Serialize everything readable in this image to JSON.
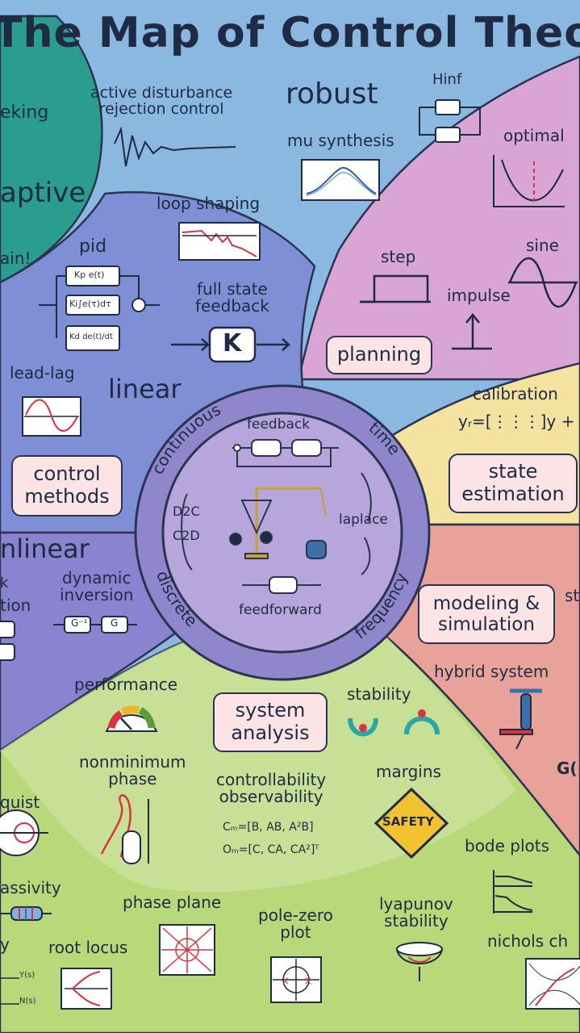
{
  "title": "The Map of Control Theory",
  "colors": {
    "teal": "#2a9d8f",
    "blue": "#8ab8e0",
    "indigo": "#7f8fd6",
    "violet": "#8a84d0",
    "pink": "#d9a5d4",
    "yellow": "#f4e2a0",
    "salmon": "#e8a29a",
    "green": "#b8d87a",
    "hub": "#b7a6dc"
  },
  "regions": {
    "adaptive": {
      "partial_top": "eking",
      "title": "aptive",
      "partial_bottom": "ain!"
    },
    "robust": {
      "title": "robust",
      "adrc": "active disturbance\nrejection control",
      "hinf": "Hinf",
      "mu": "mu synthesis"
    },
    "optimal": {
      "title": "optimal"
    },
    "linear": {
      "title": "linear",
      "loop_shaping": "loop shaping",
      "pid": "pid",
      "pid_terms": [
        "Kp e(t)",
        "Ki∫e(τ)dτ",
        "Kd de(t)/dt"
      ],
      "fsf": "full state\nfeedback",
      "k": "K",
      "leadlag": "lead-lag"
    },
    "planning": {
      "step": "step",
      "impulse": "impulse",
      "sine": "sine",
      "box": "planning"
    },
    "estimation": {
      "calibration": "calibration",
      "equation": "yᵣ=[⋮⋮⋮]y + b",
      "box": "state\nestimation"
    },
    "control_methods": {
      "box": "control\nmethods"
    },
    "nonlinear": {
      "title": "nlinear",
      "partial_k": "k",
      "partial_tion": "tion",
      "dyn": "dynamic\ninversion",
      "ginv": "G⁻¹",
      "g": "G"
    },
    "hub": {
      "ring_continuous": "continuous",
      "ring_time": "time",
      "ring_discrete": "discrete",
      "ring_frequency": "frequency",
      "feedback": "feedback",
      "feedforward": "feedforward",
      "d2c": "D2C",
      "c2d": "C2D",
      "laplace": "laplace"
    },
    "modeling": {
      "box": "modeling &\nsimulation",
      "partial_st": "st",
      "hybrid": "hybrid system",
      "partial_g": "G("
    },
    "analysis": {
      "performance": "performance",
      "box": "system\nanalysis",
      "stability": "stability",
      "nonmin": "nonminimum\nphase",
      "ctrl_obs": "controllability\nobservability",
      "cm": "Cₘ=[B, AB, A²B]",
      "om": "Oₘ=[C, CA, CA²]ᵀ",
      "margins": "margins",
      "safety": "SAFETY",
      "bode": "bode plots",
      "nyquist": "quist",
      "passivity": "assivity",
      "phase_plane": "phase plane",
      "pole_zero": "pole-zero\nplot",
      "lyapunov": "lyapunov\nstability",
      "nichols": "nichols ch",
      "root_locus": "root locus",
      "partial_y": "y",
      "ys": "Y(s)",
      "ns": "N(s)"
    }
  }
}
